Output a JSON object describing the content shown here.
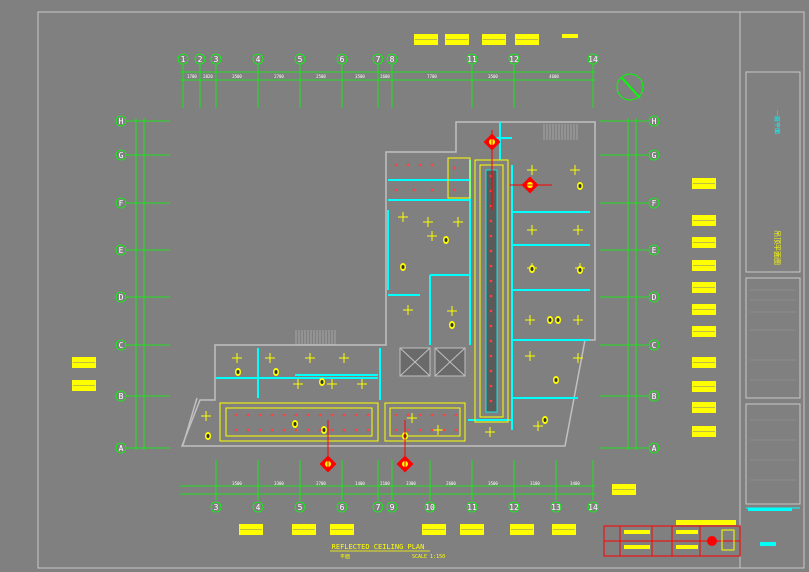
{
  "drawing": {
    "title_main": "REFLECTED CEILING PLAN",
    "title_sub": "SCALE 1:150",
    "sheet_note": "平面",
    "axis_cols": [
      "1",
      "2",
      "3",
      "4",
      "5",
      "6",
      "7",
      "8",
      "11",
      "12",
      "14"
    ],
    "axis_cols_bottom": [
      "3",
      "4",
      "5",
      "6",
      "7",
      "9",
      "10",
      "11",
      "12",
      "13",
      "14"
    ],
    "axis_rows": [
      "H",
      "G",
      "F",
      "E",
      "D",
      "C",
      "B",
      "A"
    ],
    "dims_top": [
      "1700",
      "2020",
      "3500",
      "2700",
      "2500",
      "3500",
      "2600",
      "7700",
      "3500",
      "4600"
    ],
    "dims_bottom": [
      "3500",
      "3300",
      "2700",
      "1400",
      "2100",
      "3300",
      "2600",
      "3500",
      "3100",
      "3400"
    ]
  },
  "colors": {
    "background": "#808080",
    "grid": "#00ff00",
    "cyan_wall": "#00ffff",
    "yellow": "#ffff00",
    "red": "#ff0000",
    "white": "#ffffff"
  }
}
